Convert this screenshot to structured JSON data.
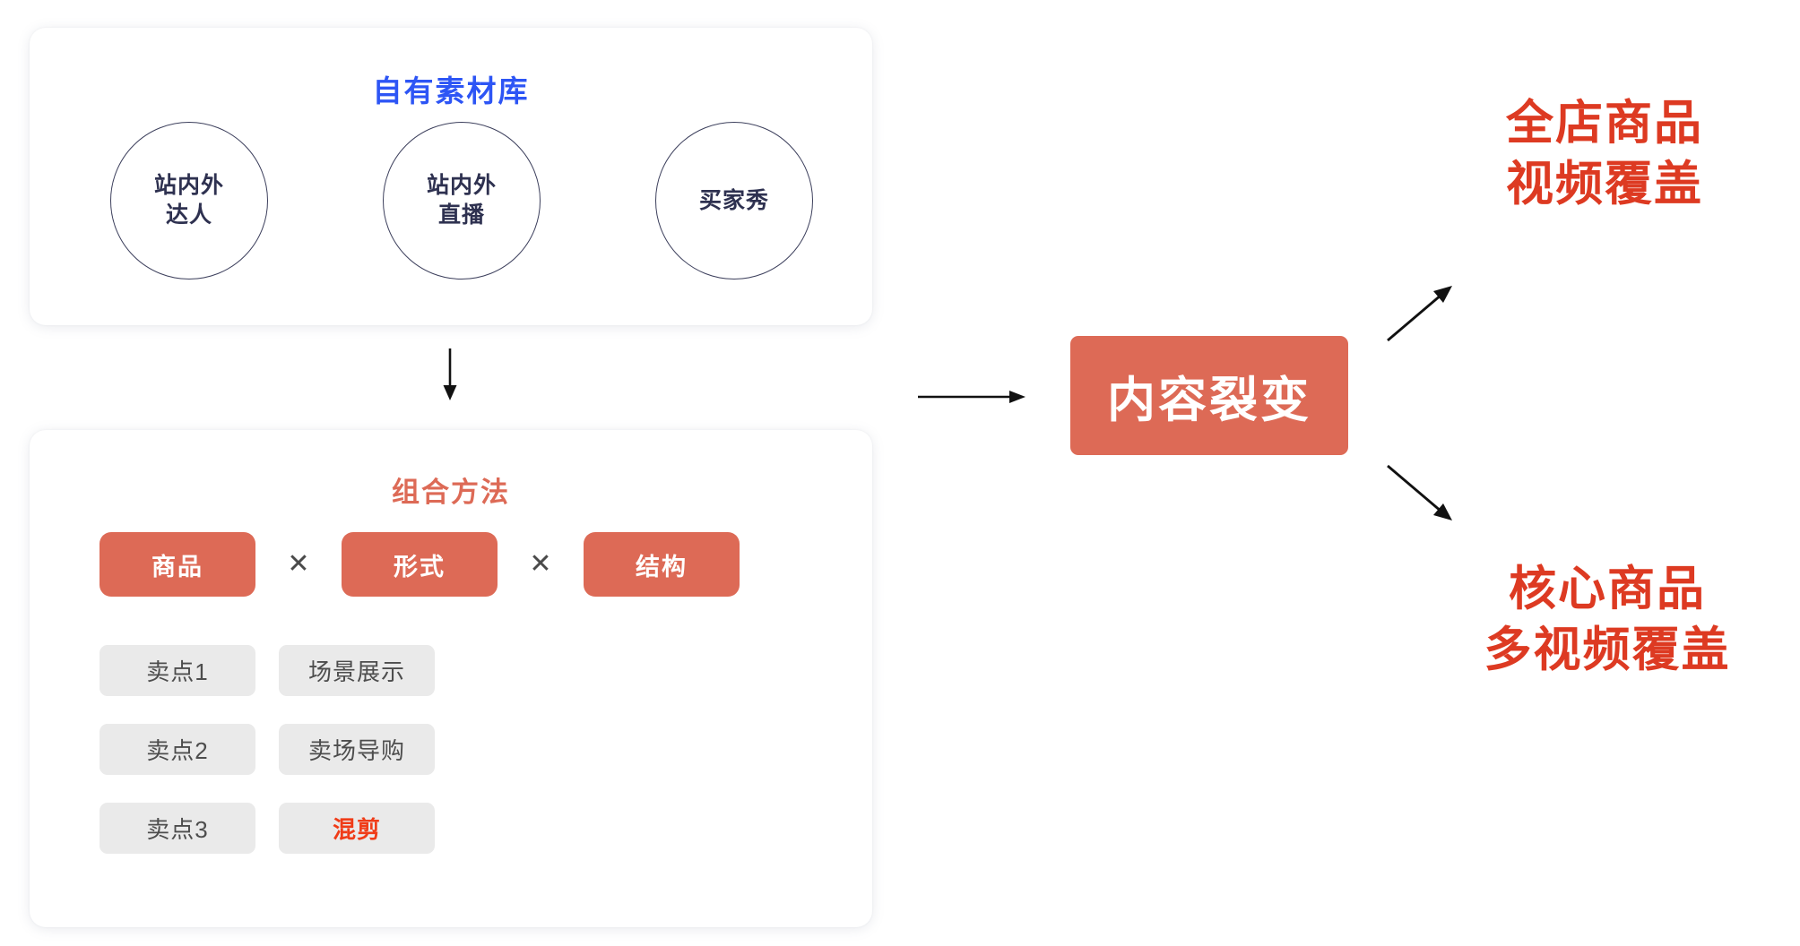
{
  "source_card": {
    "title": "自有素材库",
    "circles": [
      {
        "name": "inside-outside-influencer",
        "label": "站内外\n达人"
      },
      {
        "name": "inside-outside-livestream",
        "label": "站内外\n直播"
      },
      {
        "name": "buyer-show",
        "label": "买家秀"
      }
    ]
  },
  "method_card": {
    "title": "组合方法",
    "times_symbol": "✕",
    "pills": [
      {
        "name": "product",
        "label": "商品"
      },
      {
        "name": "format",
        "label": "形式"
      },
      {
        "name": "structure",
        "label": "结构"
      }
    ],
    "columns": [
      {
        "name": "product-options",
        "chips": [
          {
            "label": "卖点1",
            "accent": false
          },
          {
            "label": "卖点2",
            "accent": false
          },
          {
            "label": "卖点3",
            "accent": false
          }
        ]
      },
      {
        "name": "format-options",
        "chips": [
          {
            "label": "场景展示",
            "accent": false
          },
          {
            "label": "卖场导购",
            "accent": false
          },
          {
            "label": "混剪",
            "accent": true
          }
        ]
      }
    ]
  },
  "result": {
    "label": "内容裂变"
  },
  "outcomes": [
    {
      "name": "all-store-product-video-coverage",
      "label": "全店商品\n视频覆盖"
    },
    {
      "name": "core-product-multi-video-coverage",
      "label": "核心商品\n多视频覆盖"
    }
  ],
  "colors": {
    "source_title": "#2d55f5",
    "method_title": "#dd6a56",
    "pill_bg": "#dd6a56",
    "chip_bg": "#eaeaea",
    "chip_accent_text": "#f03c18",
    "outcome_text": "#dd3a22",
    "circle_text": "#2e3150",
    "arrow": "#111111"
  },
  "icons": {
    "arrow_down": "arrow-down-icon",
    "arrow_right": "arrow-right-icon",
    "arrow_up_right": "arrow-up-right-icon",
    "arrow_down_right": "arrow-down-right-icon",
    "multiply": "multiply-icon"
  }
}
